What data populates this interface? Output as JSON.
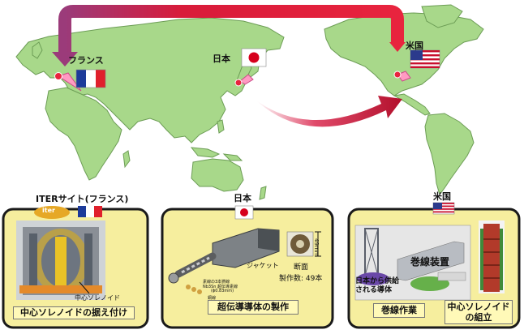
{
  "map": {
    "labels": {
      "france": "フランス",
      "japan": "日本",
      "usa": "米国"
    }
  },
  "panels": {
    "iter": {
      "header": "ITERサイト(フランス)",
      "logo_text": "iter",
      "inner_label": "中心ソレノイド",
      "caption": "中心ソレノイドの据え付け"
    },
    "japan": {
      "header": "日本",
      "jacket_label": "ジャケット",
      "section_label": "断面",
      "dimension_label": "49mm",
      "count_label": "製作数: 49本",
      "strand_label_1": "素線の3本撚線",
      "strand_label_2": "Nb3Sn 超伝導素線",
      "strand_label_3": "(ϕ0.83mm)",
      "strand_label_4": "銅線",
      "caption": "超伝導導体の製作"
    },
    "usa": {
      "header": "米国",
      "winding_device": "巻線装置",
      "conductor_label": "日本から供給\nされる導体",
      "caption_left": "巻線作業",
      "caption_right": "中心ソレノイド\nの組立"
    }
  },
  "colors": {
    "continent": "#a8d88a",
    "continent_stroke": "#6c9d55",
    "arrow_red": "#d81b3a",
    "arrow_dark": "#8a0a24",
    "pink_dot": "#ff6fa8",
    "panel_fill": "#f6ee9e"
  }
}
